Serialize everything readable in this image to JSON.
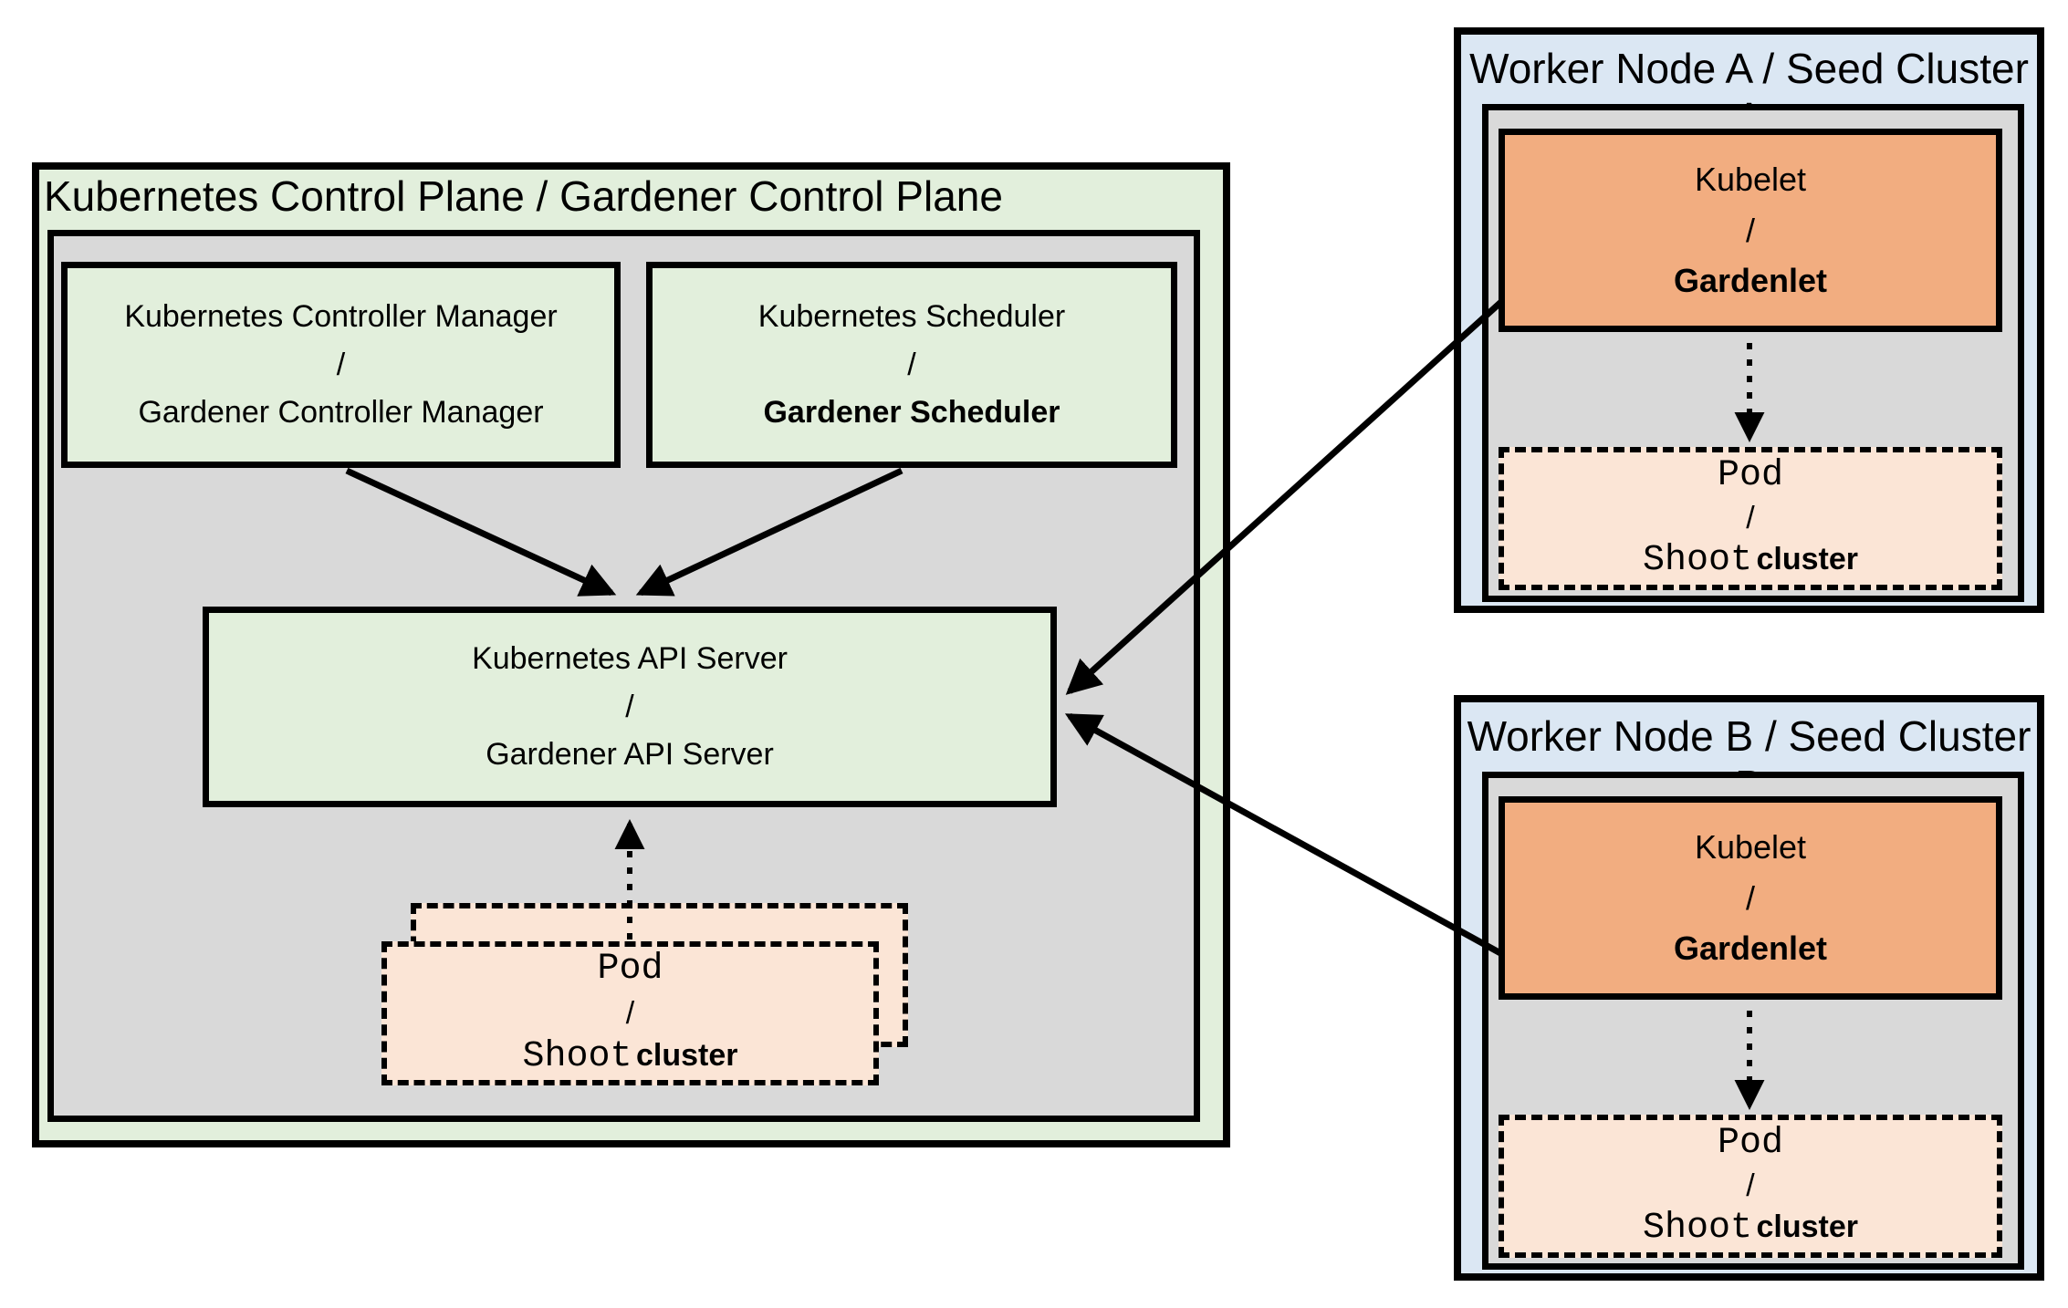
{
  "colors": {
    "page_bg": "#ffffff",
    "green_fill": "#e2efdc",
    "gray_fill": "#d9d9d9",
    "blue_fill": "#dbe7f3",
    "orange_fill": "#f2ad80",
    "peach_fill": "#fbe5d6",
    "line": "#000000"
  },
  "control_plane": {
    "title": "Kubernetes Control Plane / Gardener Control Plane",
    "controller_manager": {
      "line1": "Kubernetes Controller Manager",
      "separator": "/",
      "line2": "Gardener Controller Manager"
    },
    "scheduler": {
      "line1": "Kubernetes Scheduler",
      "separator": "/",
      "line2": "Gardener Scheduler"
    },
    "api_server": {
      "line1": "Kubernetes API Server",
      "separator": "/",
      "line2": "Gardener API Server"
    },
    "pod_stack": {
      "line1": "Pod",
      "separator": "/",
      "line2_mono": "Shoot",
      "line2_suffix": "cluster"
    }
  },
  "workers": [
    {
      "title": "Worker Node A / Seed Cluster A",
      "kubelet": {
        "line1": "Kubelet",
        "separator": "/",
        "line2": "Gardenlet"
      },
      "pod": {
        "line1": "Pod",
        "separator": "/",
        "line2_mono": "Shoot",
        "line2_suffix": "cluster"
      }
    },
    {
      "title": "Worker Node B / Seed Cluster B",
      "kubelet": {
        "line1": "Kubelet",
        "separator": "/",
        "line2": "Gardenlet"
      },
      "pod": {
        "line1": "Pod",
        "separator": "/",
        "line2_mono": "Shoot",
        "line2_suffix": "cluster"
      }
    }
  ]
}
